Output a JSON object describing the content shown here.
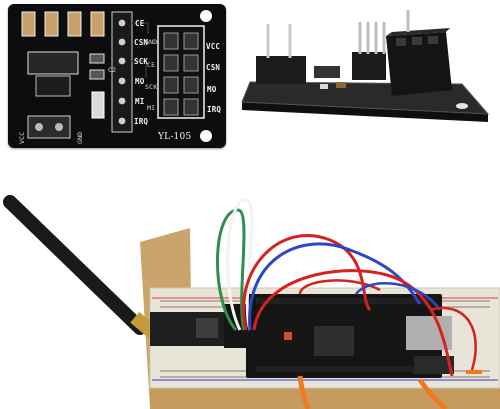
{
  "module_top": {
    "left_pins": [
      "CE",
      "CSN",
      "SCK",
      "MO",
      "MI",
      "IRQ"
    ],
    "header_left": [
      "GND",
      "CE",
      "SCK",
      "MI"
    ],
    "header_right": [
      "VCC",
      "CSN",
      "MO",
      "IRQ"
    ],
    "model": "YL-105",
    "power_in": [
      "VCC",
      "GND"
    ],
    "component_label": "C2"
  },
  "colors": {
    "pcb": "#0d0d0f",
    "silkscreen": "#f2f2f2",
    "arduino_board": "#151515",
    "breadboard": "#e9e4d8",
    "cardboard": "#c9a56c",
    "wire_red": "#d6221c",
    "wire_blue": "#2a47c7",
    "wire_green": "#2f8f4a",
    "wire_white": "#f4f4f4",
    "jumper_orange": "#f07a1e",
    "antenna": "#1a1a1a"
  }
}
